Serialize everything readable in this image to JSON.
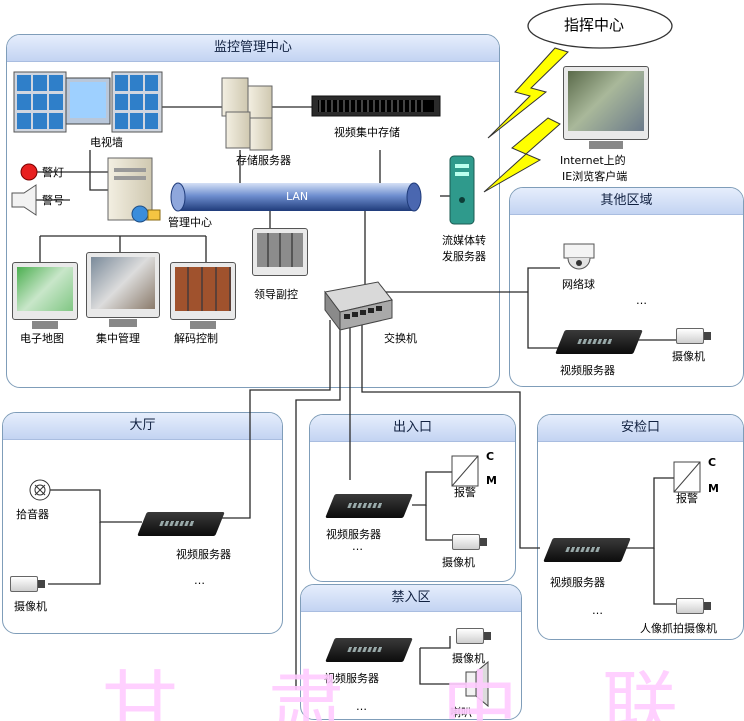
{
  "colors": {
    "panel_border": "#7f9db9",
    "panel_header": "#c3d4f2",
    "lan_pipe": "#3f5fa8",
    "lightning": "#ffff00",
    "watermark": "#ffccff"
  },
  "cloud_label": "指挥中心",
  "internet_label_line1": "Internet上的",
  "internet_label_line2": "IE浏览客户端",
  "stream_server_line1": "流媒体转",
  "stream_server_line2": "发服务器",
  "monitoring_center": {
    "title": "监控管理中心",
    "tv_wall": "电视墙",
    "storage_server": "存储服务器",
    "video_storage": "视频集中存储",
    "lan": "LAN",
    "mgmt_center": "管理中心",
    "alarm_light": "警灯",
    "alarm_sound": "警号",
    "leader_control": "领导副控",
    "switch": "交换机",
    "e_map": "电子地图",
    "central_mgmt": "集中管理",
    "decode_control": "解码控制"
  },
  "other_area": {
    "title": "其他区域",
    "dome": "网络球",
    "ellipsis": "…",
    "video_server": "视频服务器",
    "camera": "摄像机"
  },
  "hall": {
    "title": "大厅",
    "pickup": "拾音器",
    "camera": "摄像机",
    "video_server": "视频服务器",
    "ellipsis": "…"
  },
  "entrance": {
    "title": "出入口",
    "alarm": "报警",
    "c": "C",
    "m": "M",
    "video_server": "视频服务器",
    "ellipsis": "…",
    "camera": "摄像机"
  },
  "security_check": {
    "title": "安检口",
    "alarm": "报警",
    "c": "C",
    "m": "M",
    "video_server": "视频服务器",
    "ellipsis": "…",
    "face_camera": "人像抓拍摄像机"
  },
  "forbidden_zone": {
    "title": "禁入区",
    "camera": "摄像机",
    "video_server": "视频服务器",
    "speaker": "喇叭",
    "ellipsis": "…"
  },
  "watermark_chars": [
    "甘",
    "肃",
    "中",
    "联"
  ]
}
